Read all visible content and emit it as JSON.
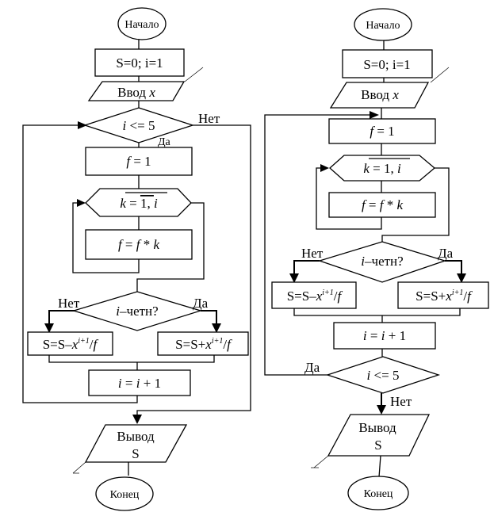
{
  "diagram": {
    "left": {
      "start": "Начало",
      "init": "S=0; i=1",
      "input_prefix": "Ввод ",
      "input_var": "x",
      "cond_while": {
        "var": "i",
        "rest": " <= 5"
      },
      "cond_while_no": "Нет",
      "cond_while_yes": "Да",
      "f_init": {
        "var": "f",
        "rest": " = 1"
      },
      "loop_k": {
        "var": "k",
        "eq": " = ",
        "range": "1, ",
        "range_var": "i"
      },
      "f_mul": {
        "a": "f",
        "eq": " = ",
        "b": "f",
        "op": " * ",
        "c": "k"
      },
      "cond_even": {
        "var": "i",
        "rest": "–четн?"
      },
      "cond_even_no": "Нет",
      "cond_even_yes": "Да",
      "sub_branch": {
        "pre": "S=S–",
        "x": "x",
        "exp": "i+1",
        "post": "/",
        "f": "f"
      },
      "add_branch": {
        "pre": "S=S+",
        "x": "x",
        "exp": "i+1",
        "post": "/",
        "f": "f"
      },
      "incr": {
        "a": "i",
        "eq": " = ",
        "b": "i",
        "rest": " + 1"
      },
      "output_line1": "Вывод",
      "output_line2": "S",
      "end": "Конец"
    },
    "right": {
      "start": "Начало",
      "init": "S=0; i=1",
      "input_prefix": "Ввод ",
      "input_var": "x",
      "f_init": {
        "var": "f",
        "rest": " = 1"
      },
      "loop_k": {
        "var": "k",
        "eq": " = ",
        "range": "1, ",
        "range_var": "i"
      },
      "f_mul": {
        "a": "f",
        "eq": " = ",
        "b": "f",
        "op": " * ",
        "c": "k"
      },
      "cond_even": {
        "var": "i",
        "rest": "–четн?"
      },
      "cond_even_no": "Нет",
      "cond_even_yes": "Да",
      "sub_branch": {
        "pre": "S=S–",
        "x": "x",
        "exp": "i+1",
        "post": "/",
        "f": "f"
      },
      "add_branch": {
        "pre": "S=S+",
        "x": "x",
        "exp": "i+1",
        "post": "/",
        "f": "f"
      },
      "incr": {
        "a": "i",
        "eq": " = ",
        "b": "i",
        "rest": " + 1"
      },
      "cond_until": {
        "var": "i",
        "rest": " <= 5"
      },
      "cond_until_yes": "Да",
      "cond_until_no": "Нет",
      "output_line1": "Вывод",
      "output_line2": "S",
      "end": "Конец"
    }
  }
}
